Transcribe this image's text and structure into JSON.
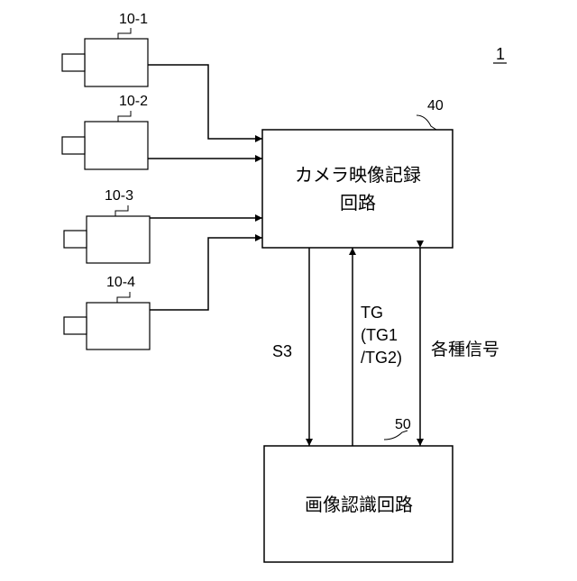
{
  "figure_number": "1",
  "cameras": [
    {
      "label": "10-1"
    },
    {
      "label": "10-2"
    },
    {
      "label": "10-3"
    },
    {
      "label": "10-4"
    }
  ],
  "recorder": {
    "ref": "40",
    "line1": "カメラ映像記録",
    "line2": "回路"
  },
  "recognizer": {
    "ref": "50",
    "label": "画像認識回路"
  },
  "signals": {
    "s3": "S3",
    "tg_line1": "TG",
    "tg_line2": "(TG1",
    "tg_line3": "/TG2)",
    "various": "各種信号"
  }
}
